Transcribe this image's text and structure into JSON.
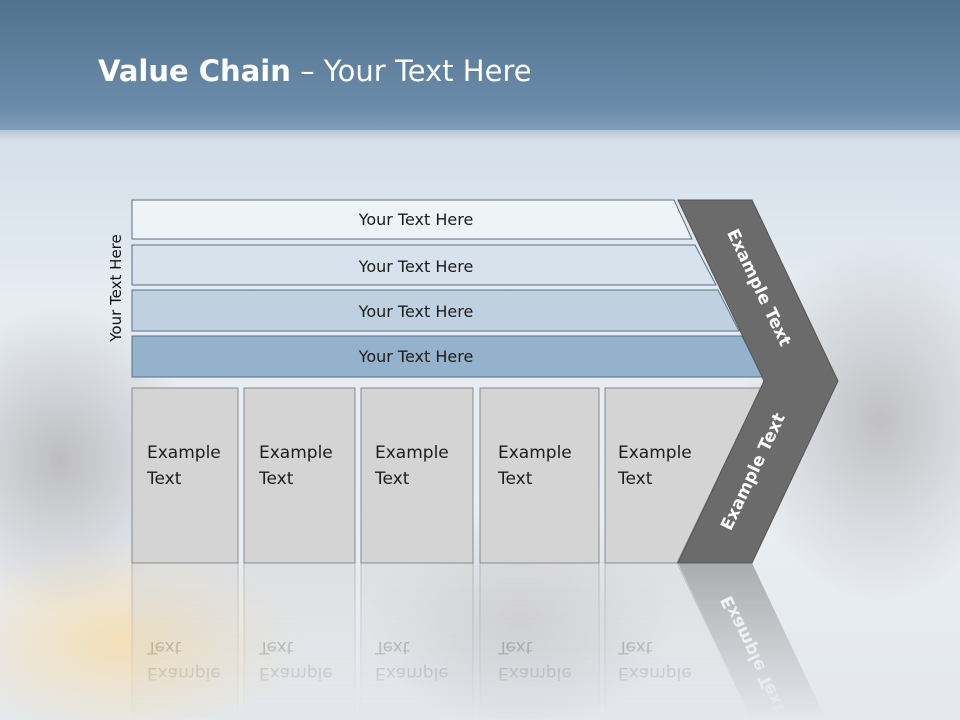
{
  "slide": {
    "title_bold": "Value Chain",
    "title_rest": " – Your Text Here",
    "side_label": "Your Text Here"
  },
  "bars": [
    {
      "label": "Your Text Here",
      "color": "#eef3f7"
    },
    {
      "label": "Your Text Here",
      "color": "#d7e2ec"
    },
    {
      "label": "Your Text Here",
      "color": "#bfd1e0"
    },
    {
      "label": "Your Text Here",
      "color": "#94b2cb"
    }
  ],
  "boxes": [
    {
      "line1": "Example",
      "line2": "Text"
    },
    {
      "line1": "Example",
      "line2": "Text"
    },
    {
      "line1": "Example",
      "line2": "Text"
    },
    {
      "line1": "Example",
      "line2": "Text"
    },
    {
      "line1": "Example",
      "line2": "Text"
    }
  ],
  "arrow": {
    "upper_label": "Example Text",
    "lower_label": "Example Text",
    "color": "#6b6b6b"
  },
  "colors": {
    "box_fill": "#d4d4d4",
    "box_stroke": "#8a8a8a",
    "bar_stroke": "#5a6f84"
  }
}
